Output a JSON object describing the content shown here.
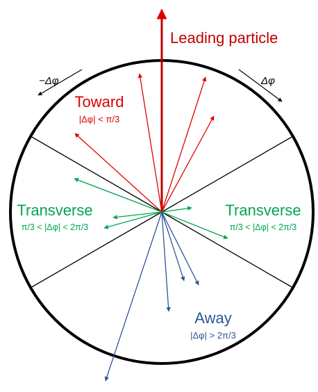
{
  "labels": {
    "leading": "Leading particle",
    "neg_dphi": "−Δφ",
    "pos_dphi": "Δφ",
    "toward": "Toward",
    "toward_cond": "|Δφ| < π/3",
    "transverse_left": "Transverse",
    "transverse_left_cond": "π/3 < |Δφ| < 2π/3",
    "transverse_right": "Transverse",
    "transverse_right_cond": "π/3 < |Δφ| < 2π/3",
    "away": "Away",
    "away_cond": "|Δφ| > 2π/3"
  },
  "colors": {
    "toward": "#e00000",
    "transverse": "#00a650",
    "away": "#2e5597",
    "circle": "#000000"
  }
}
